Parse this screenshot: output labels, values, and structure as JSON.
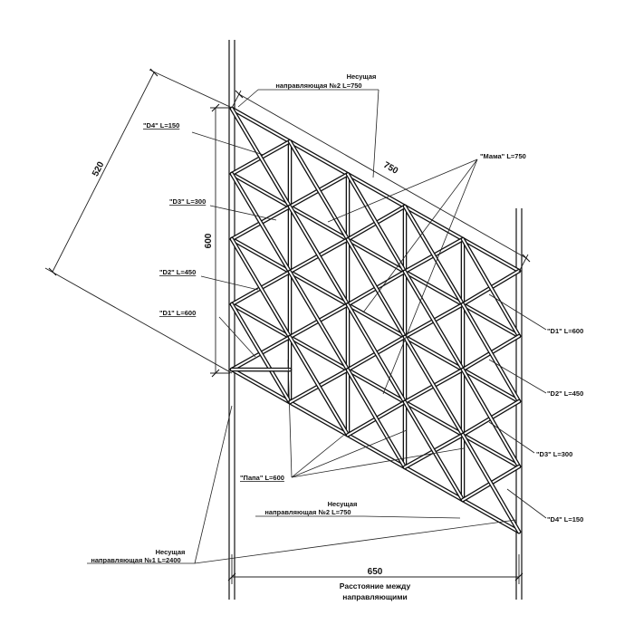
{
  "labels": {
    "d4_left": "\"D4\" L=150",
    "d3_left": "\"D3\" L=300",
    "d2_left": "\"D2\" L=450",
    "d1_left": "\"D1\" L=600",
    "d1_right": "\"D1\" L=600",
    "d2_right": "\"D2\" L=450",
    "d3_right": "\"D3\" L=300",
    "d4_right": "\"D4\" L=150",
    "mama": "\"Мама\" L=750",
    "papa": "\"Папа\" L=600",
    "rail_top_title": "Несущая",
    "rail_top_sub": "направляющая  №2 L=750",
    "rail_bottom_title": "Несущая",
    "rail_bottom_sub": "направляющая  №2 L=750",
    "rail_main_title": "Несущая",
    "rail_main_sub": "направляющая  №1 L=2400"
  },
  "dimensions": {
    "width": "650",
    "width_caption_1": "Расстояние между",
    "width_caption_2": "направляющими",
    "height": "600",
    "diagonal_top": "750",
    "diagonal_left": "520"
  }
}
